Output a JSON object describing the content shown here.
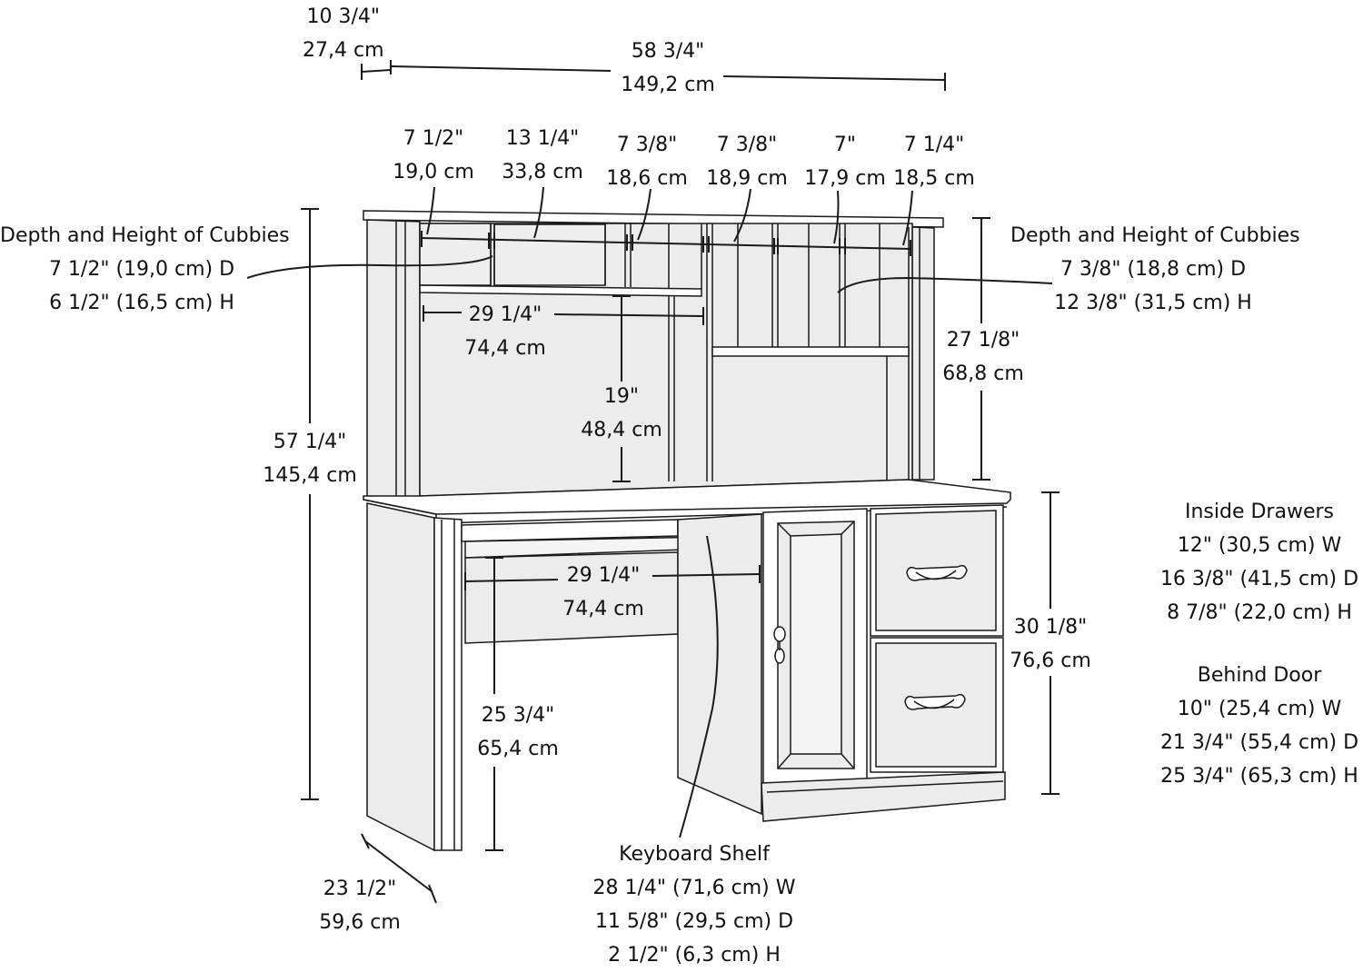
{
  "overall": {
    "depth_top": {
      "imperial": "10 3/4\"",
      "metric": "27,4 cm"
    },
    "width": {
      "imperial": "58 3/4\"",
      "metric": "149,2 cm"
    },
    "height": {
      "imperial": "57 1/4\"",
      "metric": "145,4 cm"
    },
    "depth_base": {
      "imperial": "23 1/2\"",
      "metric": "59,6 cm"
    }
  },
  "hutch": {
    "cubby_widths": [
      {
        "imperial": "7 1/2\"",
        "metric": "19,0 cm"
      },
      {
        "imperial": "13 1/4\"",
        "metric": "33,8 cm"
      },
      {
        "imperial": "7 3/8\"",
        "metric": "18,6 cm"
      },
      {
        "imperial": "7 3/8\"",
        "metric": "18,9 cm"
      },
      {
        "imperial": "7\"",
        "metric": "17,9 cm"
      },
      {
        "imperial": "7 1/4\"",
        "metric": "18,5 cm"
      }
    ],
    "left_cubbies": {
      "title": "Depth and Height of Cubbies",
      "depth": "7 1/2\" (19,0 cm) D",
      "height": "6 1/2\" (16,5 cm) H"
    },
    "right_cubbies": {
      "title": "Depth and Height of Cubbies",
      "depth": "7 3/8\" (18,8 cm) D",
      "height": "12 3/8\" (31,5 cm) H"
    },
    "opening_width": {
      "imperial": "29 1/4\"",
      "metric": "74,4 cm"
    },
    "opening_height": {
      "imperial": "19\"",
      "metric": "48,4 cm"
    },
    "hutch_height": {
      "imperial": "27 1/8\"",
      "metric": "68,8 cm"
    }
  },
  "desk": {
    "knee_width": {
      "imperial": "29 1/4\"",
      "metric": "74,4 cm"
    },
    "knee_height": {
      "imperial": "25 3/4\"",
      "metric": "65,4 cm"
    },
    "desk_height": {
      "imperial": "30 1/8\"",
      "metric": "76,6 cm"
    }
  },
  "notes": {
    "inside_drawers": {
      "title": "Inside Drawers",
      "lines": [
        "12\" (30,5 cm) W",
        "16 3/8\" (41,5 cm) D",
        "8 7/8\" (22,0 cm) H"
      ]
    },
    "behind_door": {
      "title": "Behind Door",
      "lines": [
        "10\" (25,4 cm) W",
        "21 3/4\" (55,4 cm) D",
        "25 3/4\" (65,3 cm) H"
      ]
    },
    "keyboard_shelf": {
      "title": "Keyboard Shelf",
      "lines": [
        "28 1/4\" (71,6 cm) W",
        "11 5/8\" (29,5 cm) D",
        "2 1/2\" (6,3 cm) H"
      ]
    }
  },
  "colors": {
    "line": "#1a1a1a",
    "panel": "#ececec",
    "panel_light": "#f4f4f4",
    "trim": "#ffffff"
  }
}
